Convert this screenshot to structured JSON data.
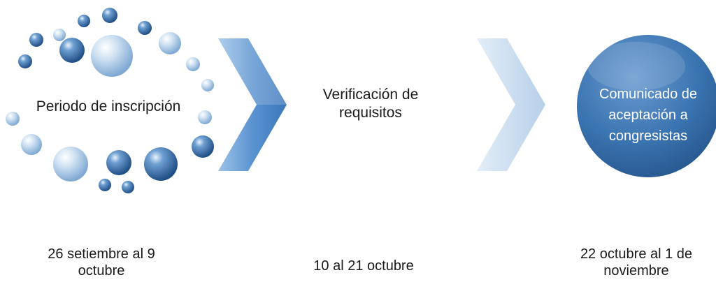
{
  "stages": [
    {
      "label": "Periodo de inscripción",
      "date": "26 setiembre al 9 octubre"
    },
    {
      "label": "Verificación de requisitos",
      "date": "10 al 21 octubre"
    },
    {
      "label": "Comunicado de aceptación a congresistas",
      "date": "22 octubre al 1 de noviembre"
    }
  ],
  "colors": {
    "bubble_dark": "#2f6aa8",
    "bubble_light": "#b9d3ea",
    "chevron_strong": "#4a86c8",
    "chevron_faded": "#c4d8ee",
    "circle_fill": "#3a74b1",
    "text": "#1a1a1a"
  },
  "icons": [
    "bubble-cycle-icon",
    "chevron-right-icon",
    "circle-node-icon"
  ]
}
